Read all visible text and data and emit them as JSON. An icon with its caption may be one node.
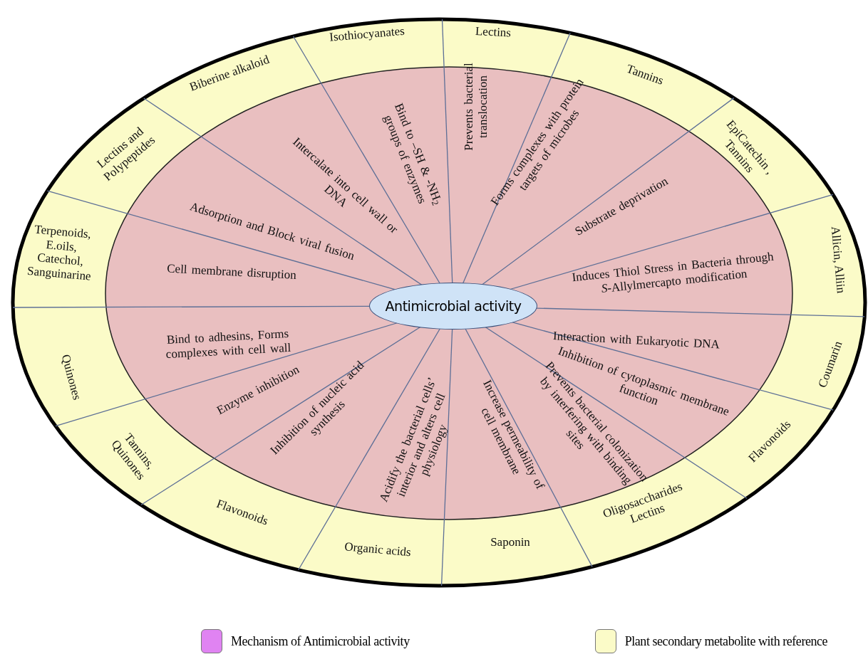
{
  "diagram": {
    "nodes": [
      {
        "text": [
          "Antimicrobial activity"
        ]
      },
      {
        "text": [
          "Prevents bacterial translocation"
        ]
      },
      {
        "text": [
          "Forms complexes with protein targets of microbes"
        ]
      },
      {
        "text": [
          "Substrate deprivation"
        ]
      },
      {
        "text": [
          "Induces Thiol Stress in Bacteria through *S*-Allylmercapto modification"
        ]
      },
      {
        "text": [
          "Interaction with Eukaryotic DNA"
        ]
      },
      {
        "text": [
          "Inhibition of cytoplasmic membrane function"
        ]
      },
      {
        "text": [
          "Prevents bacterial colonization by interfering with binding sites"
        ]
      },
      {
        "text": [
          "Increase permeability of cell membrane"
        ]
      },
      {
        "text": [
          "Acidify the bacterial cells’ interior and alters cell physiology"
        ]
      },
      {
        "text": [
          "Inhibition of nucleic acid synthesis"
        ]
      },
      {
        "text": [
          "Enzyme inhibition"
        ]
      },
      {
        "text": [
          "Bind to adhesins, Forms complexes with cell wall"
        ]
      },
      {
        "text": [
          "Cell membrane disruption"
        ]
      },
      {
        "text": [
          "Adsorption and Block viral fusion"
        ]
      },
      {
        "text": [
          "Intercalate into cell wall or DNA"
        ]
      },
      {
        "text": [
          "Bind to –SH & -NH$_{2}$ groups of enzymes"
        ]
      },
      {
        "text": [
          "Lectins"
        ]
      },
      {
        "text": [
          "Tannins"
        ]
      },
      {
        "text": [
          "EpiCatechin , Tannins"
        ]
      },
      {
        "text": [
          "Allicin, Alliin"
        ]
      },
      {
        "text": [
          "Coumarin"
        ]
      },
      {
        "text": [
          "Flavonoids"
        ]
      },
      {
        "text": [
          "Oligosaccharides Lectins"
        ]
      },
      {
        "text": [
          "Saponin"
        ]
      },
      {
        "text": [
          "Organic acids"
        ]
      },
      {
        "text": [
          "Flavonoids"
        ]
      },
      {
        "text": [
          "Tannins, Quinones"
        ]
      },
      {
        "text": [
          "Quinones"
        ]
      },
      {
        "text": [
          "Terpenoids, E.oils, Catechol, Sanguinarine"
        ]
      },
      {
        "text": [
          "Lectins and Polypeptides"
        ]
      },
      {
        "text": [
          "Biberine alkaloid"
        ]
      },
      {
        "text": [
          "Isothiocyanates"
        ]
      }
    ],
    "legend": [
      {
        "text": "Mechanism of Antimicrobial activity",
        "color": "#e083f2"
      },
      {
        "text": "Plant secondary metabolite with reference",
        "color": "#fbfbc8"
      }
    ]
  }
}
